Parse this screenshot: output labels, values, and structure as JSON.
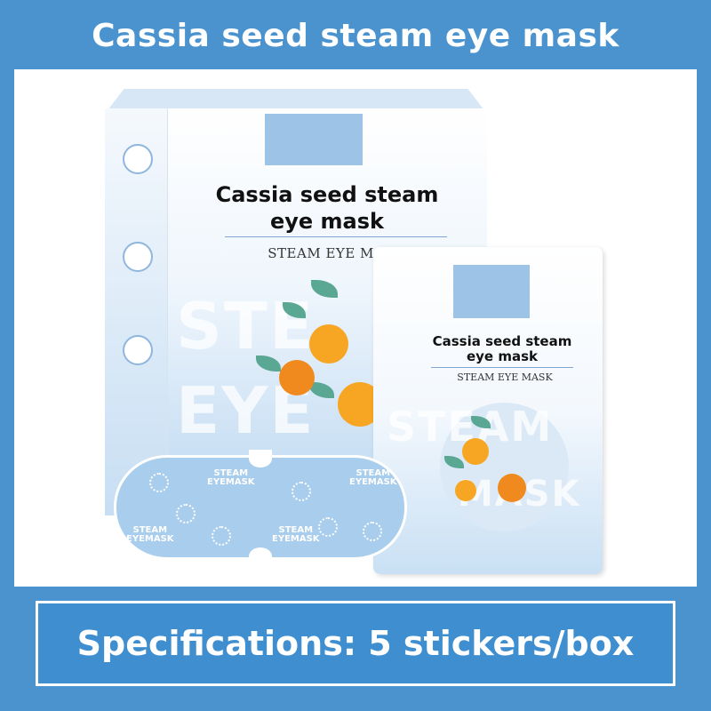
{
  "header": {
    "title": "Cassia seed steam eye mask"
  },
  "box": {
    "title": "Cassia seed steam eye mask",
    "subtitle": "STEAM EYE MASK",
    "watermark_line1": "STE",
    "watermark_line2": "EYE"
  },
  "pouch": {
    "title": "Cassia seed steam eye mask",
    "subtitle": "STEAM EYE MASK",
    "watermark_line1": "STEAM",
    "watermark_line2": "MASK"
  },
  "patch": {
    "label_line1": "STEAM",
    "label_line2": "EYEMASK"
  },
  "footer": {
    "spec": "Specifications: 5 stickers/box"
  },
  "colors": {
    "brand_blue": "#4a93cf",
    "accent_orange": "#f6a623",
    "leaf_green": "#5aa894"
  }
}
